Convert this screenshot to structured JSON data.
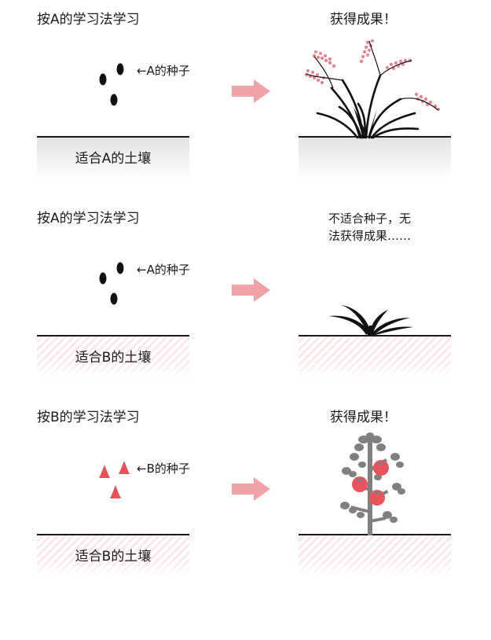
{
  "colors": {
    "accent": "#f0a2a8",
    "seed_b": "#e9505a",
    "tomato": "#e8535c",
    "rice_grain": "#e48691",
    "leaf_gray": "#808080",
    "soil_a": "#e3e3e3",
    "soil_b": "#fde7ea"
  },
  "rows": [
    {
      "title": "按A的学习法学习",
      "seed_label": "←A的种子",
      "seed_type": "A",
      "soil_label": "适合A的土壤",
      "soil_type": "A",
      "result": "获得成果！",
      "plant": "rice-plant"
    },
    {
      "title": "按A的学习法学习",
      "seed_label": "←A的种子",
      "seed_type": "A",
      "soil_label": "适合B的土壤",
      "soil_type": "B",
      "result": "不适合种子，无\n法获得成果……",
      "plant": "wilted-sprout"
    },
    {
      "title": "按B的学习法学习",
      "seed_label": "←B的种子",
      "seed_type": "B",
      "soil_label": "适合B的土壤",
      "soil_type": "B",
      "result": "获得成果！",
      "plant": "tomato-plant"
    }
  ]
}
